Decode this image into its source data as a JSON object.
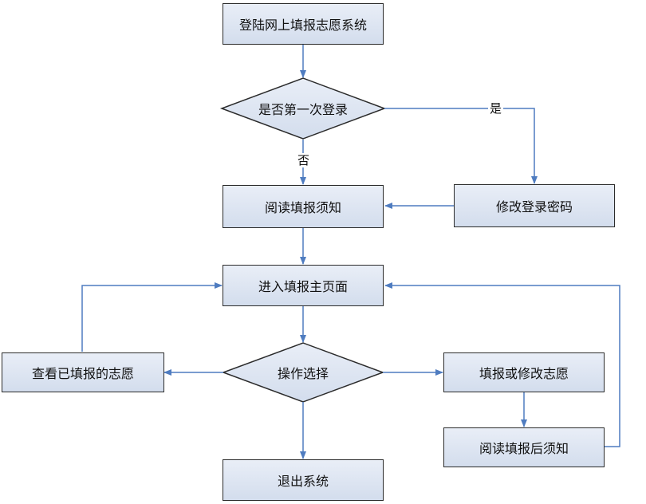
{
  "nodes": {
    "login": "登陆网上填报志愿系统",
    "first_login": "是否第一次登录",
    "read_notice": "阅读填报须知",
    "change_password": "修改登录密码",
    "main_page": "进入填报主页面",
    "choose_action": "操作选择",
    "view_filled": "查看已填报的志愿",
    "fill_or_modify": "填报或修改志愿",
    "read_after_notice": "阅读填报后须知",
    "exit": "退出系统"
  },
  "edge_labels": {
    "yes": "是",
    "no": "否"
  },
  "colors": {
    "box_fill_top": "#e9eef7",
    "box_fill_bottom": "#d3dded",
    "border": "#2b2b2b",
    "connector": "#4f7cc0"
  }
}
